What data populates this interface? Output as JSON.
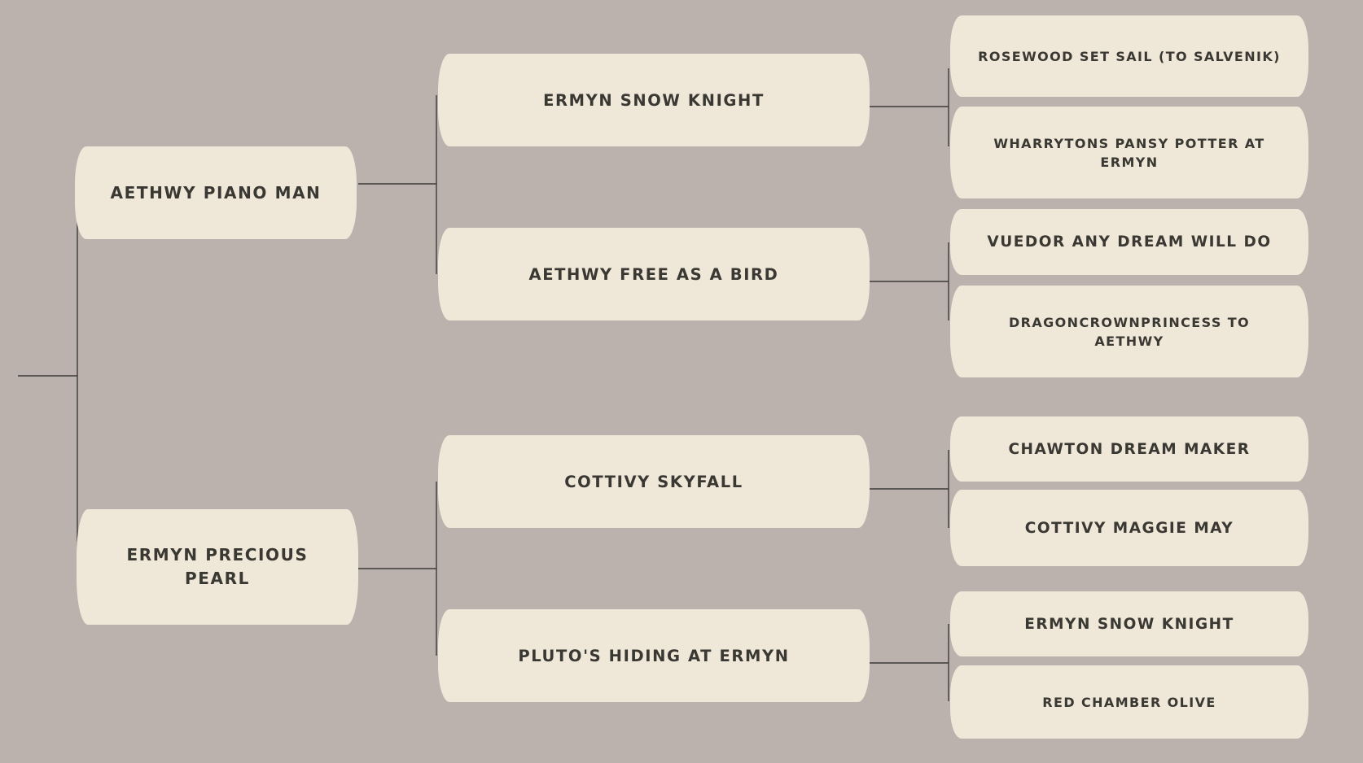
{
  "pedigree": {
    "parents": [
      {
        "name": "AETHWY PIANO MAN"
      },
      {
        "name": "ERMYN PRECIOUS PEARL"
      }
    ],
    "grandparents": [
      {
        "name": "ERMYN SNOW KNIGHT"
      },
      {
        "name": "AETHWY FREE AS A BIRD"
      },
      {
        "name": "COTTIVY SKYFALL"
      },
      {
        "name": "PLUTO'S HIDING AT ERMYN"
      }
    ],
    "great_grandparents": [
      {
        "name": "ROSEWOOD SET SAIL (TO SALVENIK)"
      },
      {
        "name": "WHARRYTONS PANSY POTTER AT ERMYN"
      },
      {
        "name": "VUEDOR ANY DREAM WILL DO"
      },
      {
        "name": "DRAGONCROWNPRINCESS TO AETHWY"
      },
      {
        "name": "CHAWTON DREAM MAKER"
      },
      {
        "name": "COTTIVY MAGGIE MAY"
      },
      {
        "name": "ERMYN SNOW KNIGHT"
      },
      {
        "name": "RED CHAMBER OLIVE"
      }
    ]
  },
  "colors": {
    "background": "#bbb2ad",
    "box_fill": "#efe7d8",
    "text": "#3a3833",
    "connector": "#3d3a38"
  }
}
